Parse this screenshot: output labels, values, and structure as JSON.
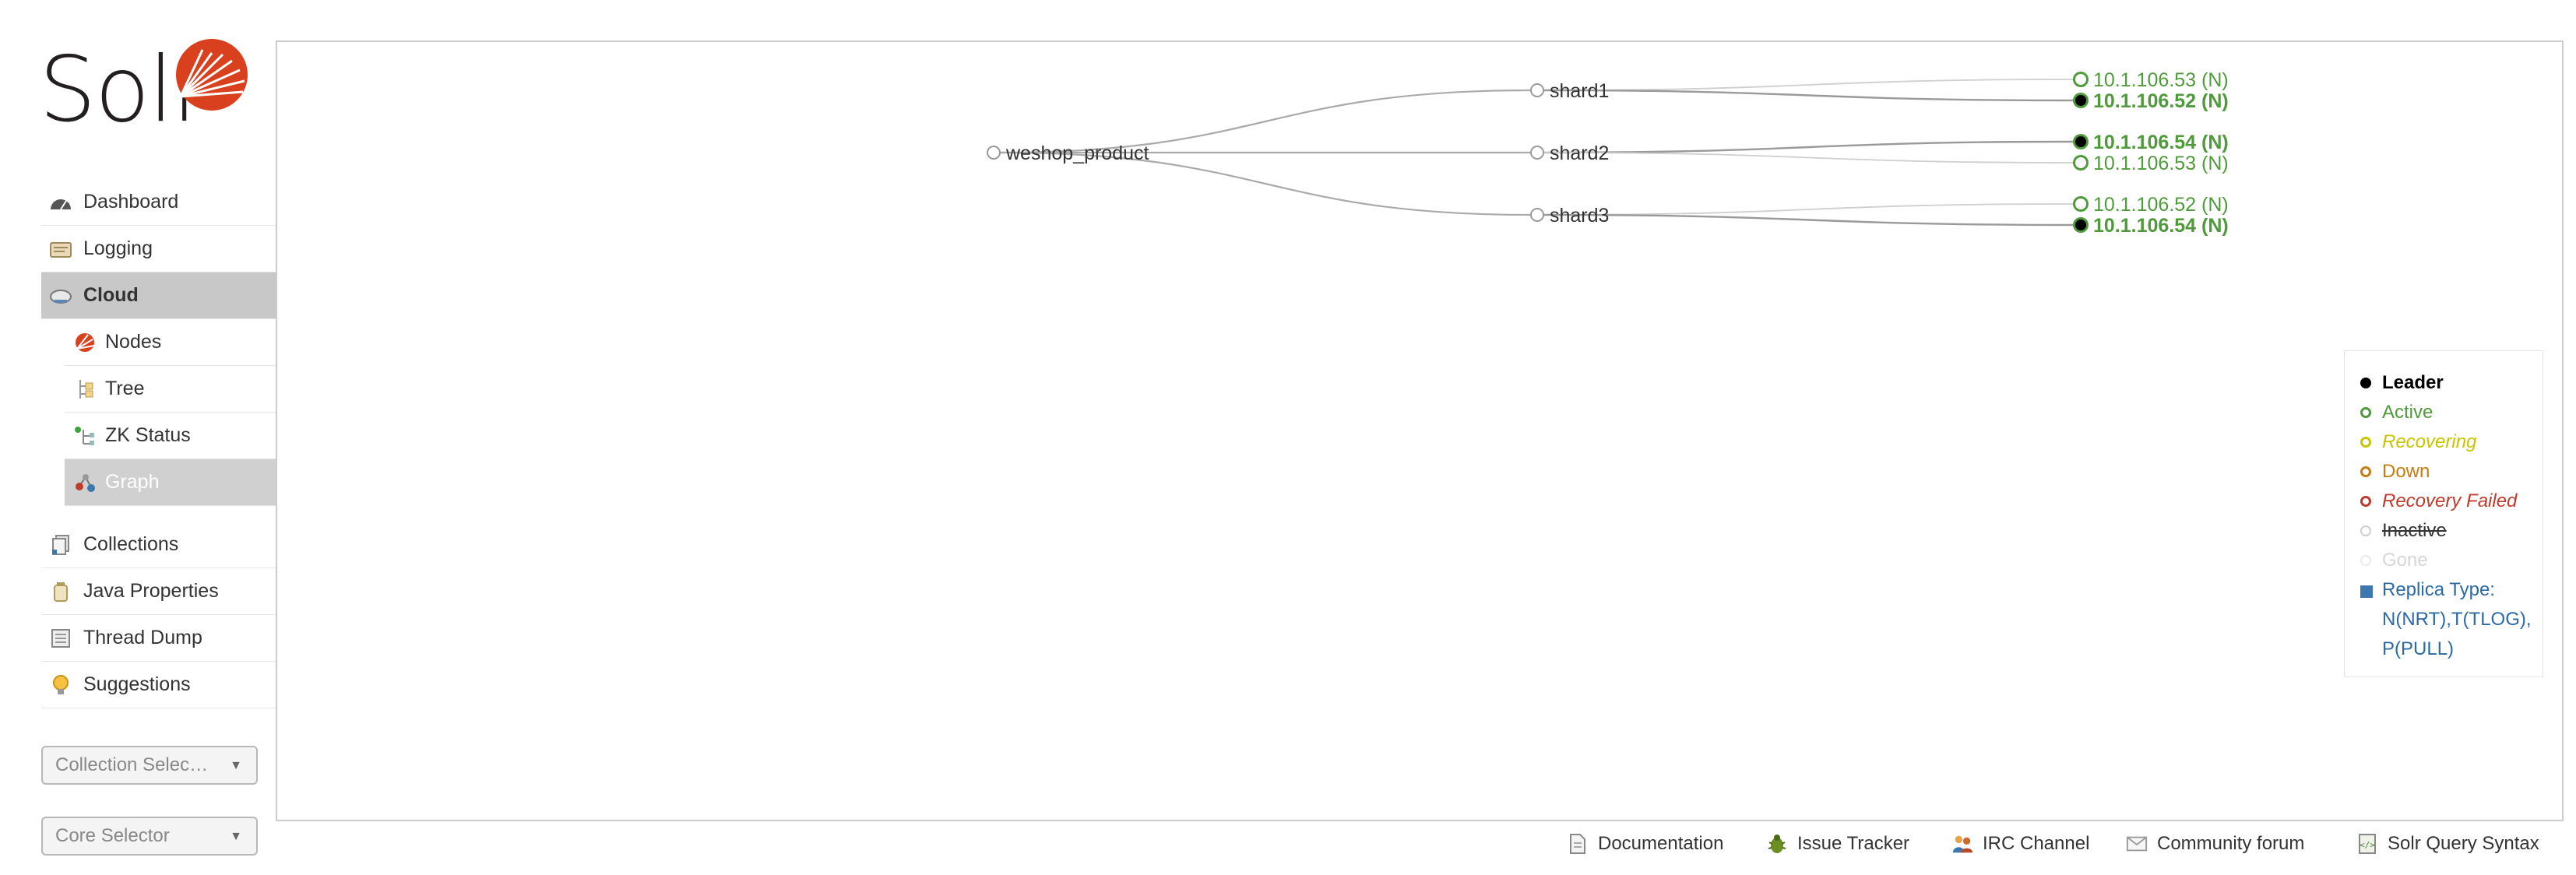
{
  "brand": {
    "name": "Solr"
  },
  "sidebar": {
    "items": [
      {
        "label": "Dashboard",
        "icon": "dashboard-icon"
      },
      {
        "label": "Logging",
        "icon": "logging-icon"
      },
      {
        "label": "Cloud",
        "icon": "cloud-icon",
        "active": true
      }
    ],
    "cloud_subitems": [
      {
        "label": "Nodes",
        "icon": "nodes-icon"
      },
      {
        "label": "Tree",
        "icon": "tree-icon"
      },
      {
        "label": "ZK Status",
        "icon": "zk-status-icon"
      },
      {
        "label": "Graph",
        "icon": "graph-icon",
        "active": true
      }
    ],
    "bottom_items": [
      {
        "label": "Collections",
        "icon": "collections-icon"
      },
      {
        "label": "Java Properties",
        "icon": "java-properties-icon"
      },
      {
        "label": "Thread Dump",
        "icon": "thread-dump-icon"
      },
      {
        "label": "Suggestions",
        "icon": "lightbulb-icon"
      }
    ],
    "collection_selector": "Collection Selec…",
    "core_selector": "Core Selector"
  },
  "graph": {
    "collection": "weshop_product",
    "shards": [
      {
        "name": "shard1",
        "replicas": [
          {
            "label": "10.1.106.53 (N)",
            "state": "active",
            "leader": false
          },
          {
            "label": "10.1.106.52 (N)",
            "state": "active",
            "leader": true
          }
        ]
      },
      {
        "name": "shard2",
        "replicas": [
          {
            "label": "10.1.106.54 (N)",
            "state": "active",
            "leader": true
          },
          {
            "label": "10.1.106.53 (N)",
            "state": "active",
            "leader": false
          }
        ]
      },
      {
        "name": "shard3",
        "replicas": [
          {
            "label": "10.1.106.52 (N)",
            "state": "active",
            "leader": false
          },
          {
            "label": "10.1.106.54 (N)",
            "state": "active",
            "leader": true
          }
        ]
      }
    ]
  },
  "legend": {
    "leader": "Leader",
    "active": "Active",
    "recovering": "Recovering",
    "down": "Down",
    "recovery_failed": "Recovery Failed",
    "inactive": "Inactive",
    "gone": "Gone",
    "replica_type": "Replica Type:",
    "replica_type_values_1": "N(NRT),T(TLOG),",
    "replica_type_values_2": "P(PULL)"
  },
  "colors": {
    "active": "#4f9a3a",
    "leader": "#000000",
    "recovering": "#c9c400",
    "down": "#c77c0e",
    "recovery_failed": "#c0392b",
    "replica_type": "#2b6aa5",
    "link": "#aaaaaa"
  },
  "footer": {
    "links": [
      {
        "label": "Documentation",
        "icon": "document-icon"
      },
      {
        "label": "Issue Tracker",
        "icon": "bug-icon"
      },
      {
        "label": "IRC Channel",
        "icon": "irc-people-icon"
      },
      {
        "label": "Community forum",
        "icon": "mail-icon"
      },
      {
        "label": "Solr Query Syntax",
        "icon": "query-syntax-icon"
      }
    ]
  }
}
